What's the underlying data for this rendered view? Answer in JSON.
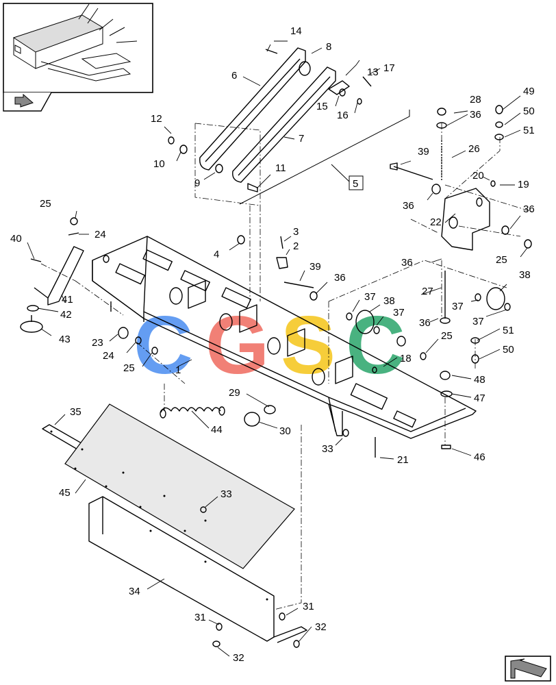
{
  "diagram": {
    "callouts": [
      {
        "id": "14",
        "text": "14"
      },
      {
        "id": "8",
        "text": "8"
      },
      {
        "id": "13",
        "text": "13"
      },
      {
        "id": "17",
        "text": "17"
      },
      {
        "id": "6",
        "text": "6"
      },
      {
        "id": "15",
        "text": "15"
      },
      {
        "id": "16",
        "text": "16"
      },
      {
        "id": "7",
        "text": "7"
      },
      {
        "id": "12",
        "text": "12"
      },
      {
        "id": "10",
        "text": "10"
      },
      {
        "id": "9",
        "text": "9"
      },
      {
        "id": "11",
        "text": "11"
      },
      {
        "id": "5",
        "text": "5"
      },
      {
        "id": "28",
        "text": "28"
      },
      {
        "id": "36a",
        "text": "36"
      },
      {
        "id": "49",
        "text": "49"
      },
      {
        "id": "50a",
        "text": "50"
      },
      {
        "id": "51a",
        "text": "51"
      },
      {
        "id": "39a",
        "text": "39"
      },
      {
        "id": "26",
        "text": "26"
      },
      {
        "id": "20",
        "text": "20"
      },
      {
        "id": "19",
        "text": "19"
      },
      {
        "id": "36b",
        "text": "36"
      },
      {
        "id": "22",
        "text": "22"
      },
      {
        "id": "36c",
        "text": "36"
      },
      {
        "id": "25a",
        "text": "25"
      },
      {
        "id": "24a",
        "text": "24"
      },
      {
        "id": "40",
        "text": "40"
      },
      {
        "id": "3",
        "text": "3"
      },
      {
        "id": "2",
        "text": "2"
      },
      {
        "id": "4",
        "text": "4"
      },
      {
        "id": "39b",
        "text": "39"
      },
      {
        "id": "36d",
        "text": "36"
      },
      {
        "id": "25b",
        "text": "25"
      },
      {
        "id": "36e",
        "text": "36"
      },
      {
        "id": "27",
        "text": "27"
      },
      {
        "id": "38a",
        "text": "38"
      },
      {
        "id": "41",
        "text": "41"
      },
      {
        "id": "37a",
        "text": "37"
      },
      {
        "id": "38b",
        "text": "38"
      },
      {
        "id": "37b",
        "text": "37"
      },
      {
        "id": "37c",
        "text": "37"
      },
      {
        "id": "36f",
        "text": "36"
      },
      {
        "id": "37d",
        "text": "37"
      },
      {
        "id": "42",
        "text": "42"
      },
      {
        "id": "51b",
        "text": "51"
      },
      {
        "id": "43",
        "text": "43"
      },
      {
        "id": "23",
        "text": "23"
      },
      {
        "id": "24b",
        "text": "24"
      },
      {
        "id": "25c",
        "text": "25"
      },
      {
        "id": "25d",
        "text": "25"
      },
      {
        "id": "50b",
        "text": "50"
      },
      {
        "id": "1",
        "text": "1"
      },
      {
        "id": "18",
        "text": "18"
      },
      {
        "id": "48",
        "text": "48"
      },
      {
        "id": "47",
        "text": "47"
      },
      {
        "id": "29",
        "text": "29"
      },
      {
        "id": "35",
        "text": "35"
      },
      {
        "id": "44",
        "text": "44"
      },
      {
        "id": "30",
        "text": "30"
      },
      {
        "id": "33a",
        "text": "33"
      },
      {
        "id": "21",
        "text": "21"
      },
      {
        "id": "46",
        "text": "46"
      },
      {
        "id": "45",
        "text": "45"
      },
      {
        "id": "33b",
        "text": "33"
      },
      {
        "id": "34",
        "text": "34"
      },
      {
        "id": "31a",
        "text": "31"
      },
      {
        "id": "31b",
        "text": "31"
      },
      {
        "id": "32a",
        "text": "32"
      },
      {
        "id": "32b",
        "text": "32"
      }
    ],
    "watermark": {
      "letters": [
        "C",
        "G",
        "S",
        "C"
      ],
      "colors": [
        "#4a8df0",
        "#ef6a5f",
        "#f5c518",
        "#2aa56b"
      ]
    },
    "colors": {
      "line": "#000000",
      "background": "#ffffff"
    }
  }
}
